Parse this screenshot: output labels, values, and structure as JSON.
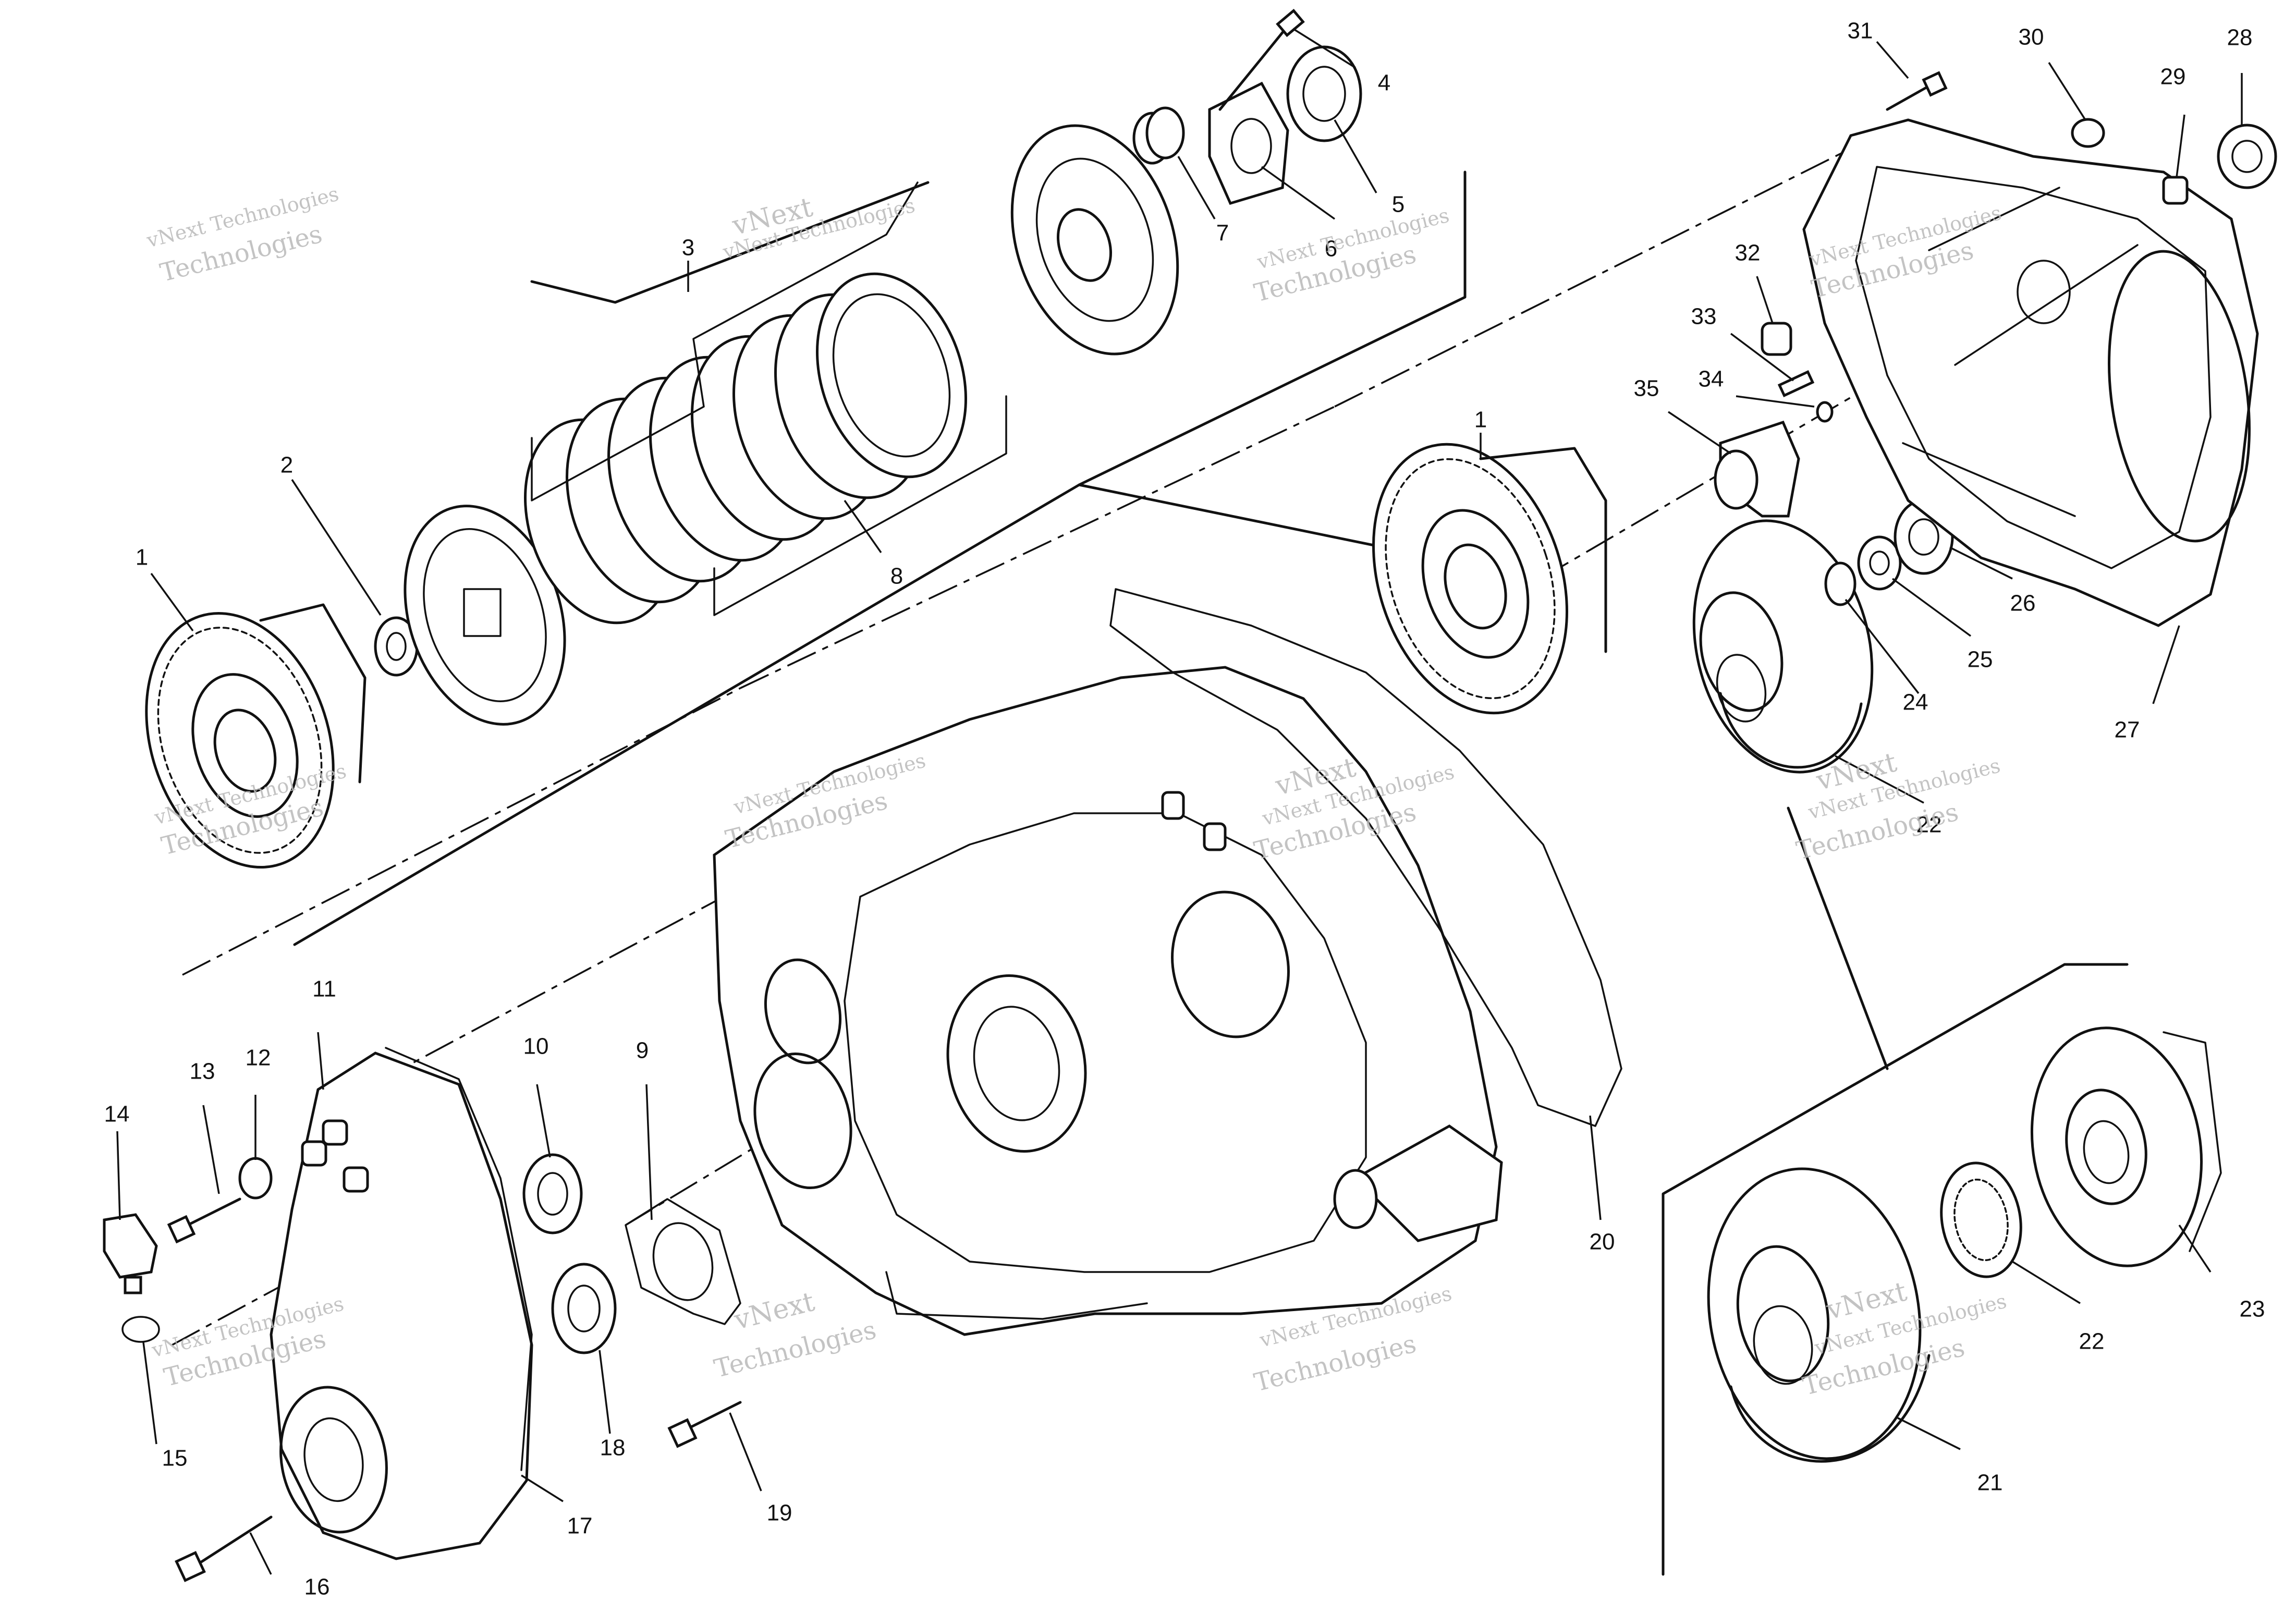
{
  "diagram": {
    "callouts": [
      "1",
      "2",
      "3",
      "4",
      "5",
      "6",
      "7",
      "8",
      "9",
      "10",
      "11",
      "12",
      "13",
      "14",
      "15",
      "16",
      "17",
      "18",
      "19",
      "20",
      "21",
      "22",
      "23",
      "24",
      "25",
      "26",
      "27",
      "28",
      "29",
      "30",
      "31",
      "32",
      "33",
      "34",
      "35"
    ],
    "watermark": {
      "line_small": "vNext Technologies",
      "line_big_1": "vNext",
      "line_big_2": "Technologies"
    }
  }
}
